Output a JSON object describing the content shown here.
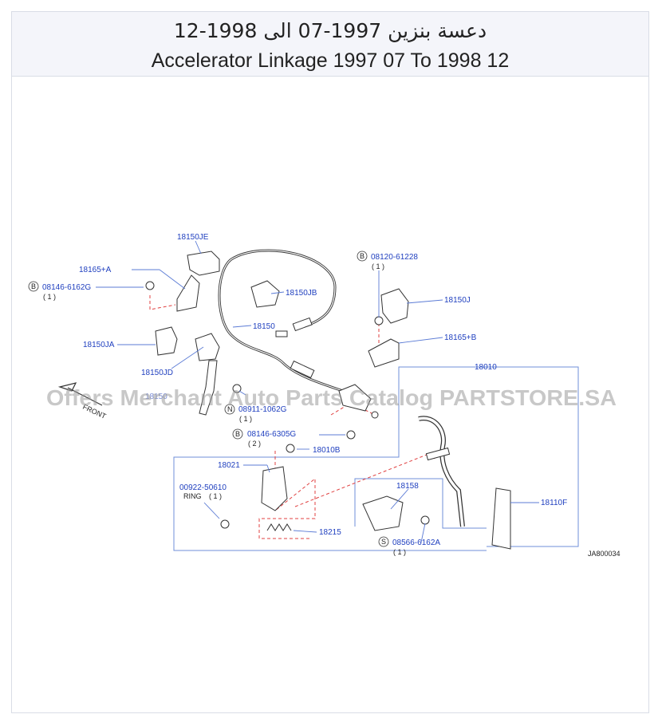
{
  "header": {
    "title_ar": "دعسة بنزين 1997-07 الى 1998-12",
    "title_en": "Accelerator Linkage 1997 07 To 1998 12"
  },
  "watermark": "Offers Merchant Auto Parts Catalog PARTSTORE.SA",
  "diagram": {
    "code": "JA800034",
    "front_label": "FRONT",
    "ring_label": "RING",
    "parts": {
      "p18150je": "18150JE",
      "p18165a": "18165+A",
      "b1_code": "08146-6162G",
      "b1_qty": "( 1 )",
      "p18150jb": "18150JB",
      "p18150": "18150",
      "p18150ja": "18150JA",
      "p18150jd": "18150JD",
      "hidden_ref": "18150",
      "n_code": "08911-1062G",
      "n_qty": "( 1 )",
      "b2_code": "08146-6305G",
      "b2_qty": "( 2 )",
      "p18010b": "18010B",
      "b3_code": "08120-61228",
      "b3_qty": "( 1 )",
      "p18150j": "18150J",
      "p18165b": "18165+B",
      "p18010": "18010",
      "p18021": "18021",
      "ring_code": "00922-50610",
      "ring_qty": "( 1 )",
      "p18158": "18158",
      "p18110f": "18110F",
      "p18215": "18215",
      "s_code": "08566-6162A",
      "s_qty": "( 1 )"
    },
    "markers": {
      "b": "B",
      "n": "N",
      "s": "S"
    }
  },
  "colors": {
    "label": "#1f3fbf",
    "leader": "#5b7bd5",
    "dashed": "#e04040",
    "header_bg": "#f4f5fa"
  }
}
